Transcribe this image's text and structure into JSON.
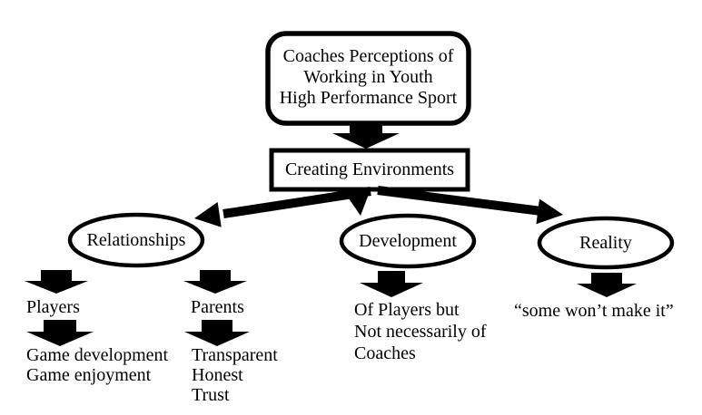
{
  "diagram": {
    "background": "#ffffff",
    "stroke_color": "#000000",
    "root": {
      "lines": [
        "Coaches Perceptions of",
        "Working in Youth",
        "High Performance Sport"
      ]
    },
    "level2": {
      "label": "Creating Environments"
    },
    "branches": [
      {
        "label": "Relationships",
        "children": [
          {
            "label": "Players",
            "details": [
              "Game development",
              "Game enjoyment"
            ]
          },
          {
            "label": "Parents",
            "details": [
              "Transparent",
              "Honest",
              "Trust"
            ]
          }
        ]
      },
      {
        "label": "Development",
        "details": [
          "Of Players but",
          "Not necessarily of",
          "Coaches"
        ]
      },
      {
        "label": "Reality",
        "details": [
          "“some won’t make it”"
        ]
      }
    ]
  }
}
